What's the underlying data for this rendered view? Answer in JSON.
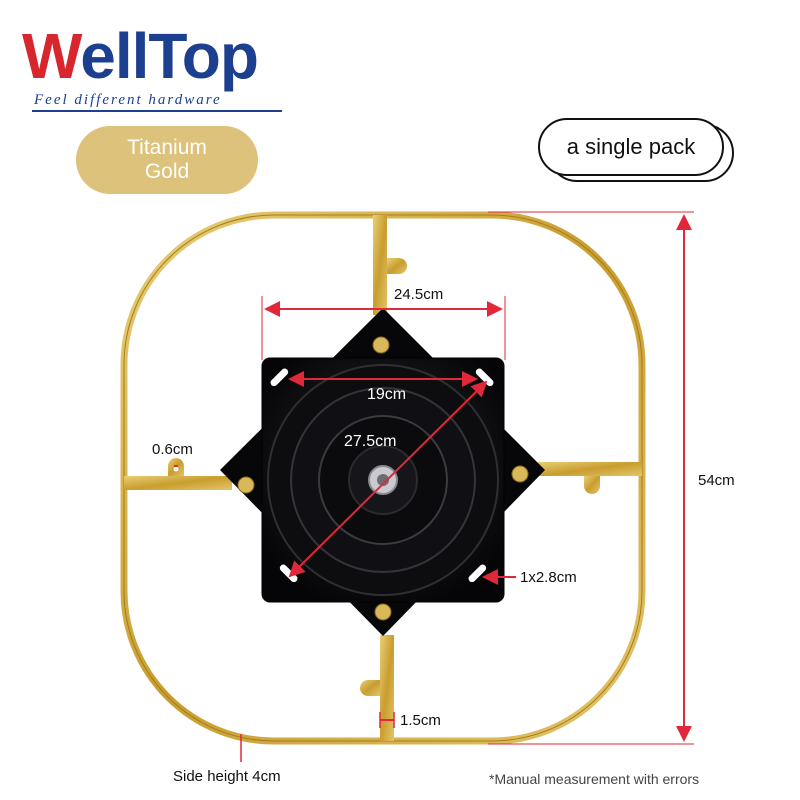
{
  "brand": {
    "name_first": "W",
    "name_rest": "ellTop",
    "tagline": "Feel different hardware"
  },
  "badges": {
    "color_line1": "Titanium",
    "color_line2": "Gold",
    "pack": "a single pack"
  },
  "dimensions": {
    "plate_width": "24.5cm",
    "hole_spacing": "19cm",
    "diagonal": "27.5cm",
    "thickness": "0.6cm",
    "height": "54cm",
    "slot": "1x2.8cm",
    "strip_width": "1.5cm",
    "side_height": "Side height 4cm"
  },
  "note": "*Manual measurement with errors",
  "colors": {
    "brand_red": "#d8262f",
    "brand_blue": "#1d3f8f",
    "gold": "#d9b85a",
    "dimension_red": "#e0283a"
  }
}
